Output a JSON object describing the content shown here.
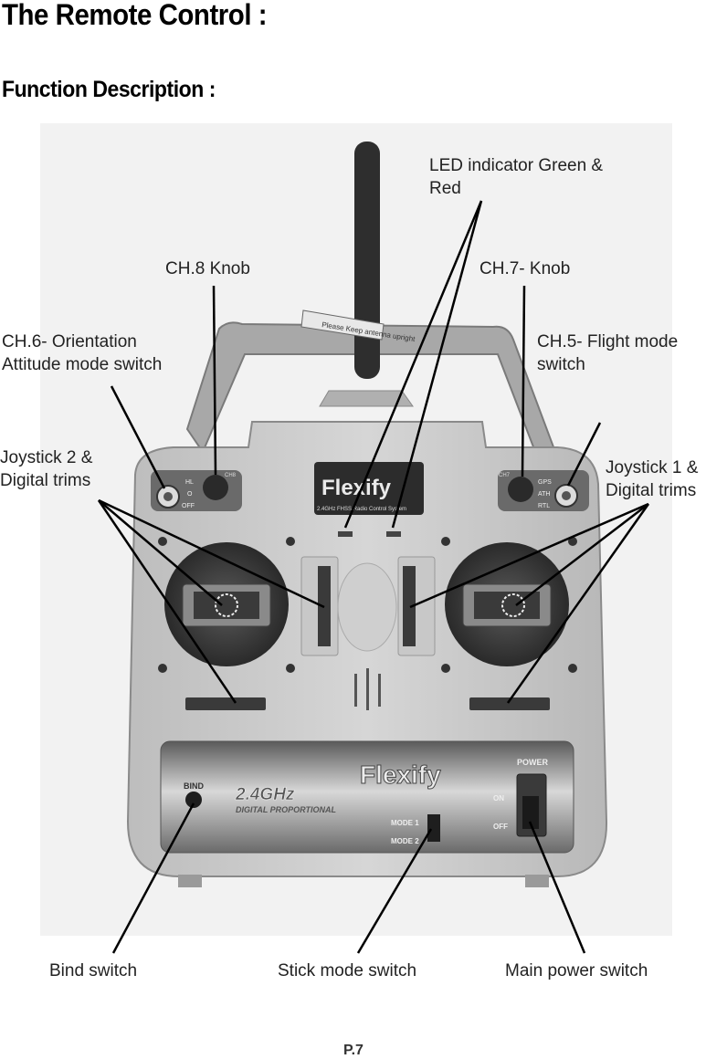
{
  "title": "The Remote Control :",
  "subtitle": "Function Description :",
  "page_number": "P.7",
  "labels": {
    "led": [
      "LED indicator Green &",
      "Red"
    ],
    "ch8": "CH.8 Knob",
    "ch7": "CH.7- Knob",
    "ch6": [
      "CH.6- Orientation",
      "Attitude mode switch"
    ],
    "ch5": [
      "CH.5- Flight mode",
      "switch"
    ],
    "joy2": [
      "Joystick 2 &",
      "Digital trims"
    ],
    "joy1": [
      "Joystick 1 &",
      "Digital trims"
    ],
    "bind": "Bind switch",
    "stick_mode": "Stick mode switch",
    "power": "Main power switch"
  },
  "device": {
    "brand": "Flexify",
    "top_badge_line": "2.4GHz FHSS Radio Control System",
    "freq": "2.4GHz",
    "freq_sub": "DIGITAL PROPORTIONAL",
    "bind_text": "BIND",
    "power_text": "POWER",
    "on_text": "ON",
    "off_text": "OFF",
    "mode1_text": "MODE 1",
    "mode2_text": "MODE 2",
    "left_switch_pos": [
      "HL",
      "O",
      "OFF"
    ],
    "right_switch_pos": [
      "GPS",
      "ATH",
      "RTL"
    ],
    "ch8_knob_text": "CH8",
    "ch7_knob_text": "CH7",
    "antenna_tag": "Please Keep antenna upright"
  }
}
